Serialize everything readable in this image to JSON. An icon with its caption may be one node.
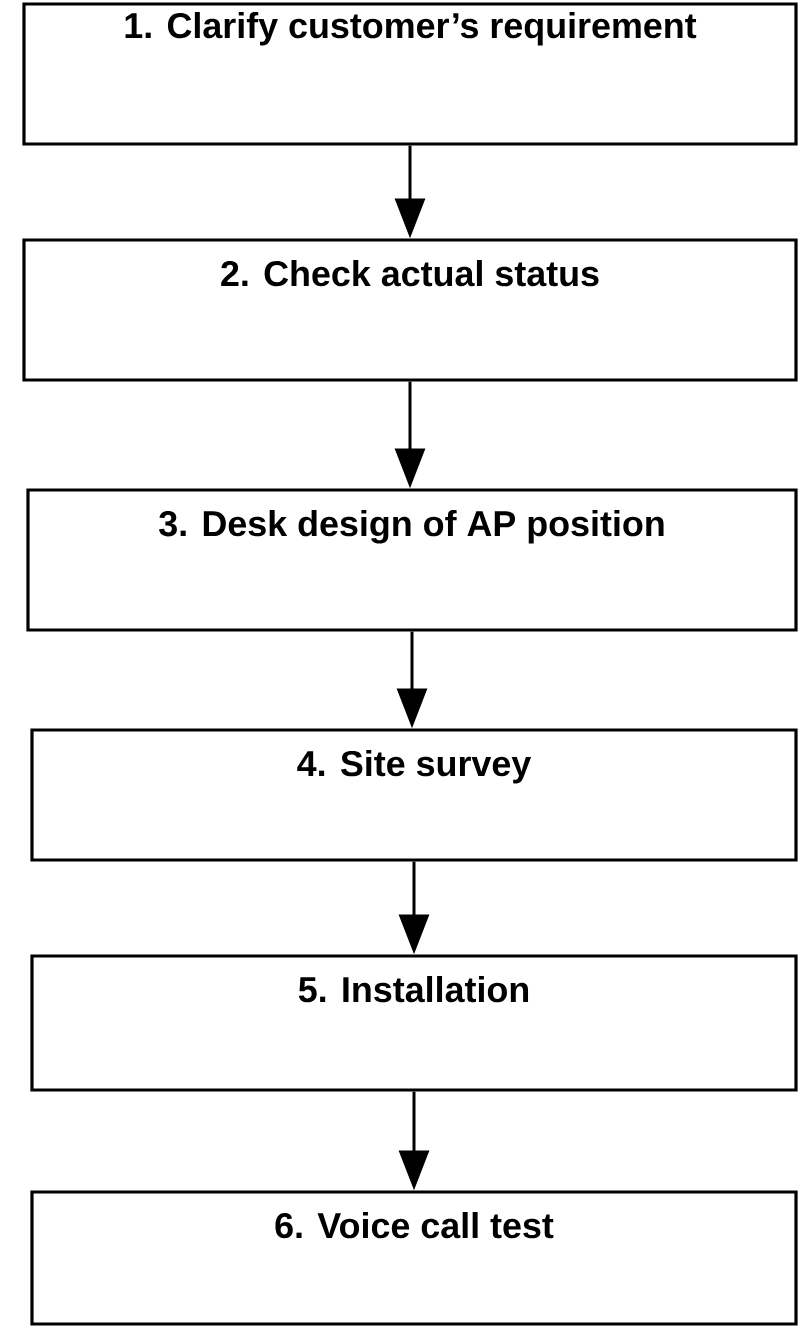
{
  "diagram": {
    "nodes": [
      {
        "text": [
          "1. Clarify customer’s requirement"
        ]
      },
      {
        "text": [
          "2. Check actual status"
        ]
      },
      {
        "text": [
          "3. Desk design of AP position"
        ]
      },
      {
        "text": [
          "4. Site survey"
        ]
      },
      {
        "text": [
          "5. Installation"
        ]
      },
      {
        "text": [
          "6. Voice call test"
        ]
      }
    ],
    "edges": [
      {
        "from": 0,
        "to": 1,
        "arrow": "to"
      },
      {
        "from": 1,
        "to": 2,
        "arrow": "to"
      },
      {
        "from": 2,
        "to": 3,
        "arrow": "to"
      },
      {
        "from": 3,
        "to": 4,
        "arrow": "to"
      },
      {
        "from": 4,
        "to": 5,
        "arrow": "to"
      }
    ]
  }
}
